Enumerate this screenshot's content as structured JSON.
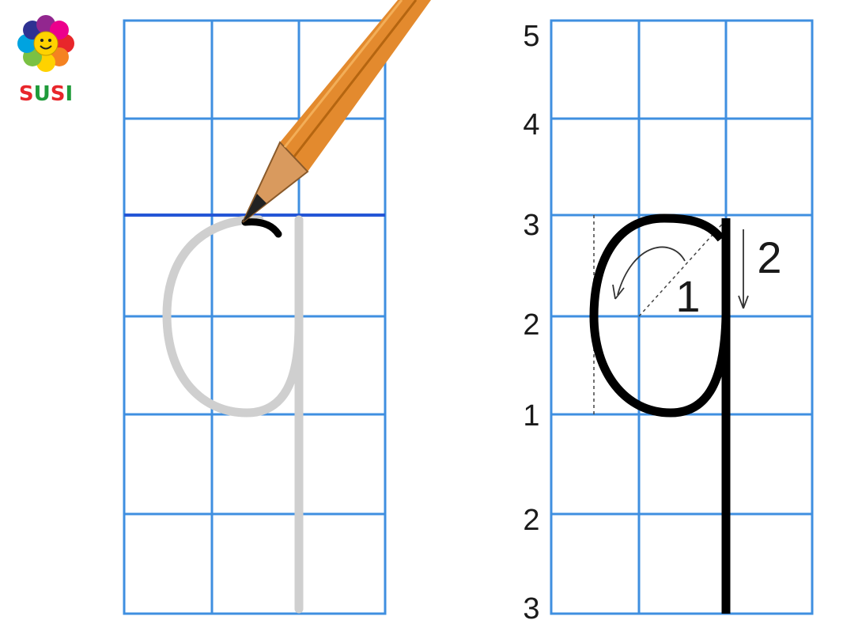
{
  "logo": {
    "text": "SUSI",
    "letter_colors": [
      "#e8262b",
      "#1f9b3a",
      "#e8262b",
      "#1f9b3a"
    ],
    "petal_colors": [
      "#e8262b",
      "#f58220",
      "#ffd200",
      "#7ac143",
      "#00a3e0",
      "#2e3192",
      "#92278f",
      "#ec008c"
    ],
    "face_color": "#ffd200"
  },
  "colors": {
    "grid": "#3f8fe0",
    "highlight_line": "#2456d6",
    "trace_letter": "#cfcfcf",
    "ink": "#000000",
    "pencil_body": "#e38a2e",
    "pencil_wood": "#d99a5e"
  },
  "left_panel": {
    "letter": "q",
    "drawing_progress": 0.06
  },
  "right_panel": {
    "letter": "q",
    "row_labels": [
      "5",
      "4",
      "3",
      "2",
      "1",
      "2",
      "3"
    ],
    "stroke_labels": [
      "1",
      "2"
    ]
  }
}
